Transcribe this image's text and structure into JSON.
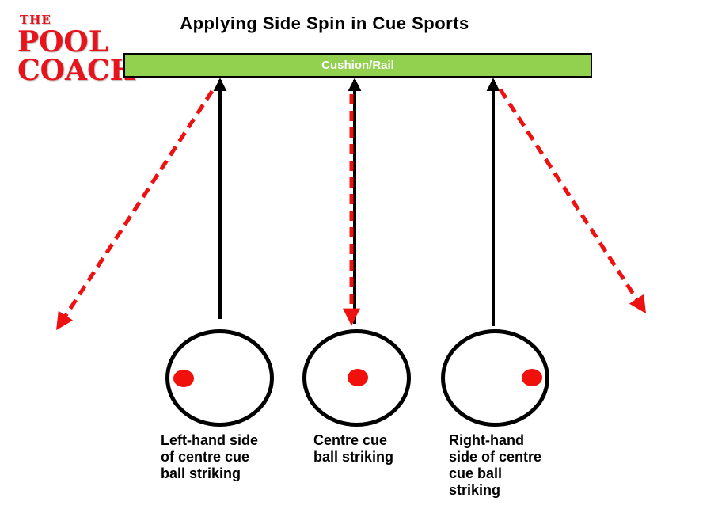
{
  "page": {
    "title": "Applying Side Spin in Cue Sports"
  },
  "logo": {
    "line1": "THE",
    "line2": "POOL",
    "line3": "COACH",
    "color": "#e8141c"
  },
  "cushion": {
    "label": "Cushion/Rail",
    "fill_color": "#92d050",
    "border_color": "#000000",
    "text_color": "#ffffff"
  },
  "arrows": {
    "approach_color": "#000000",
    "approach_style": "solid",
    "rebound_color": "#ee1111",
    "rebound_style": "dashed"
  },
  "balls": [
    {
      "id": "left",
      "spin_point": "left-of-centre",
      "dot_color": "#f0100c",
      "label_lines": [
        "Left-hand side",
        "of centre cue",
        "ball striking"
      ]
    },
    {
      "id": "centre",
      "spin_point": "centre",
      "dot_color": "#f0100c",
      "label_lines": [
        "Centre cue",
        "ball striking"
      ]
    },
    {
      "id": "right",
      "spin_point": "right-of-centre",
      "dot_color": "#f0100c",
      "label_lines": [
        "Right-hand",
        "side of centre",
        "cue ball",
        "striking"
      ]
    }
  ]
}
